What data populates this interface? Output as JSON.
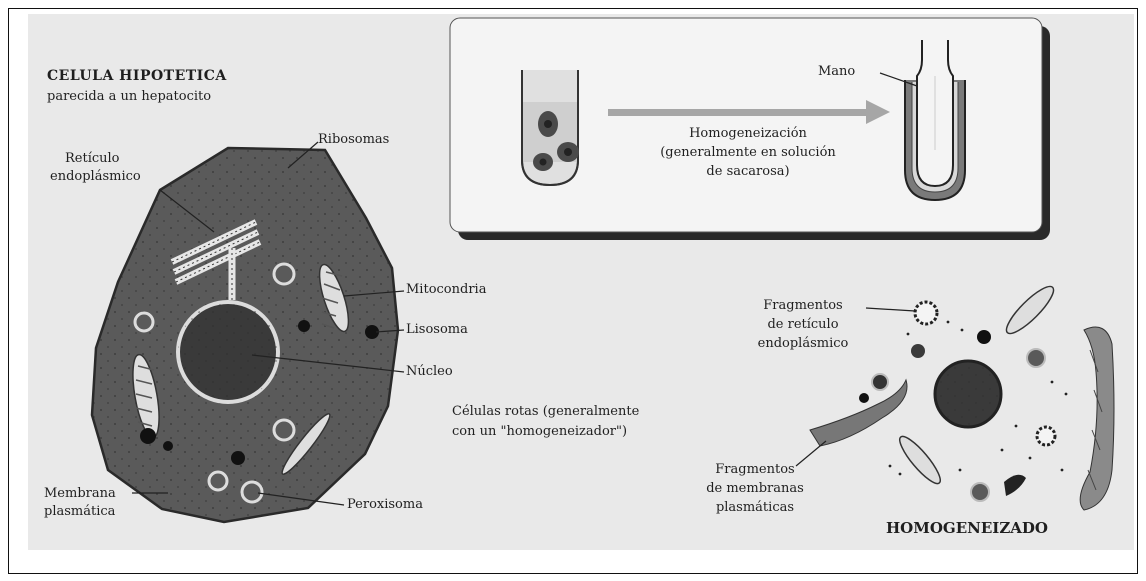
{
  "cell": {
    "title": "CELULA HIPOTETICA",
    "subtitle": "parecida a un hepatocito"
  },
  "labels": {
    "ribosomas": "Ribosomas",
    "reticulo_line1": "Retículo",
    "reticulo_line2": "endoplásmico",
    "mitocondria": "Mitocondria",
    "lisosoma": "Lisosoma",
    "nucleo": "Núcleo",
    "membrana_line1": "Membrana",
    "membrana_line2": "plasmática",
    "peroxisoma": "Peroxisoma"
  },
  "process": {
    "mano": "Mano",
    "line1": "Homogeneización",
    "line2": "(generalmente en solución",
    "line3": "de sacarosa)"
  },
  "broken": {
    "line1": "Células rotas (generalmente",
    "line2": "con un \"homogeneizador\")"
  },
  "homogenate": {
    "frag_re_line1": "Fragmentos",
    "frag_re_line2": "de retículo",
    "frag_re_line3": "endoplásmico",
    "frag_mp_line1": "Fragmentos",
    "frag_mp_line2": "de membranas",
    "frag_mp_line3": "plasmáticas",
    "title": "HOMOGENEIZADO"
  },
  "colors": {
    "cytoplasm": "#5a5a5a",
    "nucleus": "#3a3a3a",
    "panel": "#e9e9e9",
    "box": "#f4f4f4"
  }
}
